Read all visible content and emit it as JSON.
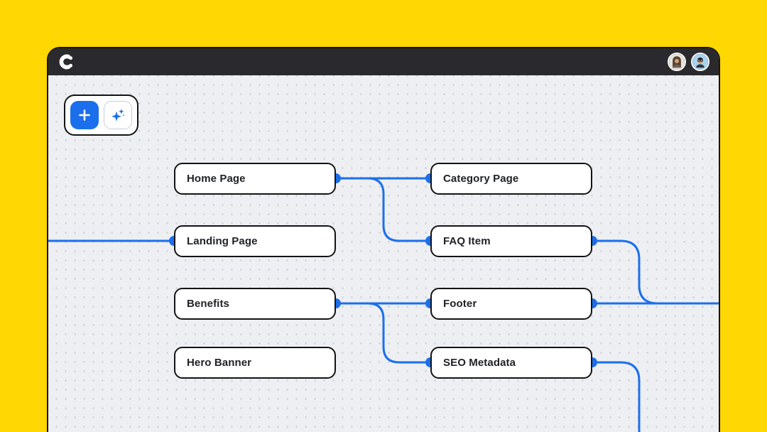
{
  "colors": {
    "background_yellow": "#FFD702",
    "header_bar": "#2A2A2E",
    "canvas": "#EDEFF3",
    "accent_blue": "#1C6FEC",
    "node_border": "#141414"
  },
  "header": {
    "logo_icon": "contentful-logo",
    "avatars": [
      {
        "name": "avatar-woman"
      },
      {
        "name": "avatar-man-glasses"
      }
    ]
  },
  "toolbar": {
    "buttons": [
      {
        "name": "add-node-button",
        "icon": "plus-icon"
      },
      {
        "name": "ai-generate-button",
        "icon": "sparkles-icon"
      }
    ]
  },
  "canvas": {
    "nodes": [
      {
        "label": "Home Page"
      },
      {
        "label": "Category Page"
      },
      {
        "label": "Landing Page"
      },
      {
        "label": "FAQ Item"
      },
      {
        "label": "Benefits"
      },
      {
        "label": "Footer"
      },
      {
        "label": "Hero Banner"
      },
      {
        "label": "SEO Metadata"
      }
    ],
    "connections": [
      {
        "from": "canvas-left-edge",
        "to": "Landing Page"
      },
      {
        "from": "Home Page",
        "to": "Category Page"
      },
      {
        "from": "Home Page",
        "to": "FAQ Item"
      },
      {
        "from": "Benefits",
        "to": "Footer"
      },
      {
        "from": "Benefits",
        "to": "SEO Metadata"
      },
      {
        "from": "FAQ Item",
        "to": "canvas-right-edge"
      },
      {
        "from": "Footer",
        "to": "canvas-right-edge"
      },
      {
        "from": "SEO Metadata",
        "to": "canvas-bottom-edge"
      }
    ]
  }
}
